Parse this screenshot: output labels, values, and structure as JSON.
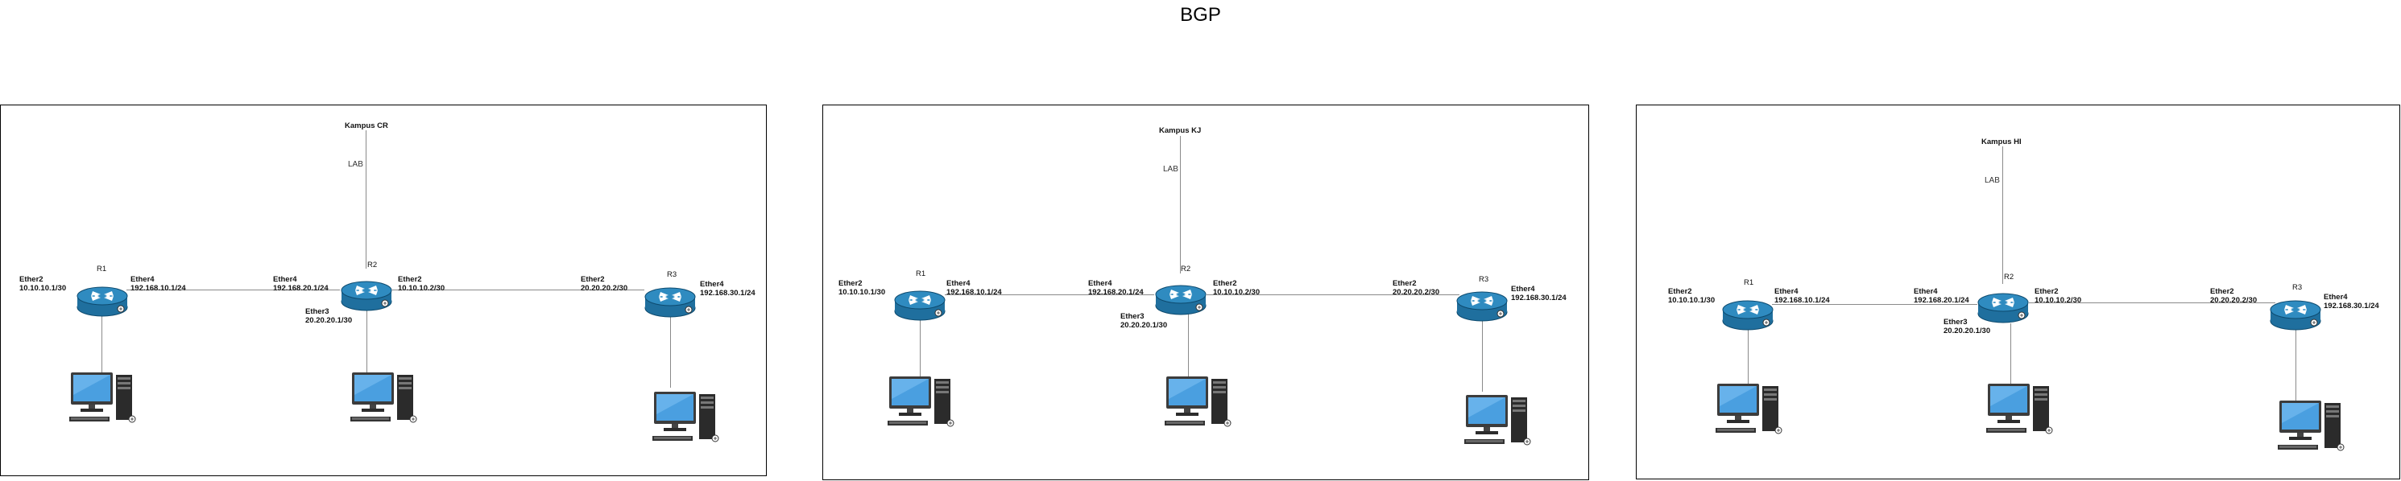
{
  "title": "BGP",
  "panels": [
    {
      "campus": "Kampus CR",
      "lab": "LAB",
      "r1": {
        "name": "R1",
        "left_if": "Ether2",
        "left_ip": "10.10.10.1/30",
        "right_if": "Ether4",
        "right_ip": "192.168.10.1/24"
      },
      "r2": {
        "name": "R2",
        "left_if": "Ether4",
        "left_ip": "192.168.20.1/24",
        "right_if": "Ether2",
        "right_ip": "10.10.10.2/30",
        "down_if": "Ether3",
        "down_ip": "20.20.20.1/30"
      },
      "r3": {
        "name": "R3",
        "left_if": "Ether2",
        "left_ip": "20.20.20.2/30",
        "right_if": "Ether4",
        "right_ip": "192.168.30.1/24"
      }
    },
    {
      "campus": "Kampus KJ",
      "lab": "LAB",
      "r1": {
        "name": "R1",
        "left_if": "Ether2",
        "left_ip": "10.10.10.1/30",
        "right_if": "Ether4",
        "right_ip": "192.168.10.1/24"
      },
      "r2": {
        "name": "R2",
        "left_if": "Ether4",
        "left_ip": "192.168.20.1/24",
        "right_if": "Ether2",
        "right_ip": "10.10.10.2/30",
        "down_if": "Ether3",
        "down_ip": "20.20.20.1/30"
      },
      "r3": {
        "name": "R3",
        "left_if": "Ether2",
        "left_ip": "20.20.20.2/30",
        "right_if": "Ether4",
        "right_ip": "192.168.30.1/24"
      }
    },
    {
      "campus": "Kampus HI",
      "lab": "LAB",
      "r1": {
        "name": "R1",
        "left_if": "Ether2",
        "left_ip": "10.10.10.1/30",
        "right_if": "Ether4",
        "right_ip": "192.168.10.1/24"
      },
      "r2": {
        "name": "R2",
        "left_if": "Ether4",
        "left_ip": "192.168.20.1/24",
        "right_if": "Ether2",
        "right_ip": "10.10.10.2/30",
        "down_if": "Ether3",
        "down_ip": "20.20.20.1/30"
      },
      "r3": {
        "name": "R3",
        "left_if": "Ether2",
        "left_ip": "20.20.20.2/30",
        "right_if": "Ether4",
        "right_ip": "192.168.30.1/24"
      }
    }
  ],
  "icons": {
    "router": "router-icon",
    "computer": "desktop-computer-icon"
  },
  "colors": {
    "router_blue": "#1f6f9e",
    "monitor_blue": "#4a9fe0",
    "line": "#8a8a8a",
    "border": "#000000"
  }
}
